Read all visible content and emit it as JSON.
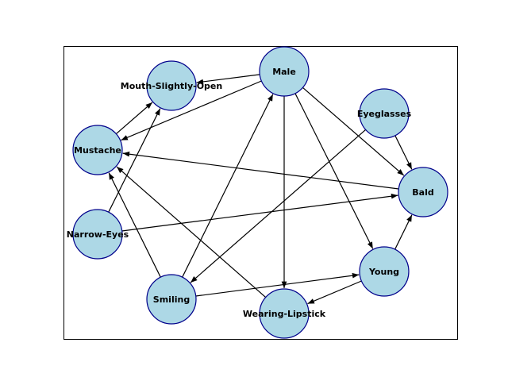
{
  "diagram": {
    "type": "directed-graph",
    "colors": {
      "node_fill": "#add8e6",
      "node_stroke": "#00008b",
      "edge": "#000000",
      "background": "#ffffff"
    },
    "nodes": [
      {
        "id": "male",
        "label": "Male"
      },
      {
        "id": "mouth",
        "label": "Mouth-Slightly-Open"
      },
      {
        "id": "eyeglasses",
        "label": "Eyeglasses"
      },
      {
        "id": "mustache",
        "label": "Mustache"
      },
      {
        "id": "bald",
        "label": "Bald"
      },
      {
        "id": "narrow",
        "label": "Narrow-Eyes"
      },
      {
        "id": "young",
        "label": "Young"
      },
      {
        "id": "smiling",
        "label": "Smiling"
      },
      {
        "id": "lipstick",
        "label": "Wearing-Lipstick"
      }
    ],
    "edges": [
      {
        "from": "male",
        "to": "mouth"
      },
      {
        "from": "male",
        "to": "mustache"
      },
      {
        "from": "male",
        "to": "lipstick"
      },
      {
        "from": "male",
        "to": "young"
      },
      {
        "from": "male",
        "to": "bald"
      },
      {
        "from": "mustache",
        "to": "mouth"
      },
      {
        "from": "narrow",
        "to": "mouth"
      },
      {
        "from": "narrow",
        "to": "bald"
      },
      {
        "from": "eyeglasses",
        "to": "bald"
      },
      {
        "from": "eyeglasses",
        "to": "smiling"
      },
      {
        "from": "bald",
        "to": "mustache"
      },
      {
        "from": "young",
        "to": "bald"
      },
      {
        "from": "young",
        "to": "lipstick"
      },
      {
        "from": "smiling",
        "to": "mustache"
      },
      {
        "from": "smiling",
        "to": "male"
      },
      {
        "from": "smiling",
        "to": "young"
      },
      {
        "from": "lipstick",
        "to": "mustache"
      }
    ]
  }
}
